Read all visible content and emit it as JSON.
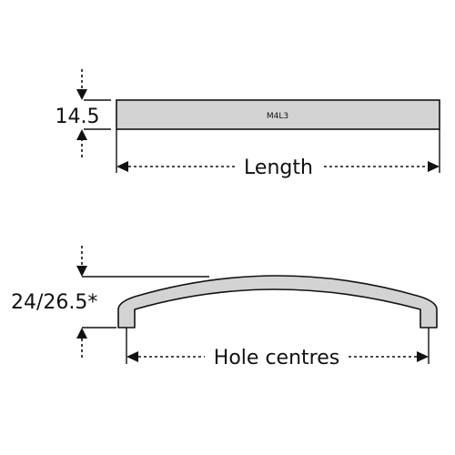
{
  "top_view": {
    "height_label": "14.5",
    "product_code": "M4L3",
    "length_label": "Length"
  },
  "side_view": {
    "height_label": "24/26.5*",
    "hole_centres_label": "Hole centres"
  },
  "colors": {
    "fill": "#d3d3d3",
    "outline": "#111111",
    "background": "#ffffff"
  }
}
